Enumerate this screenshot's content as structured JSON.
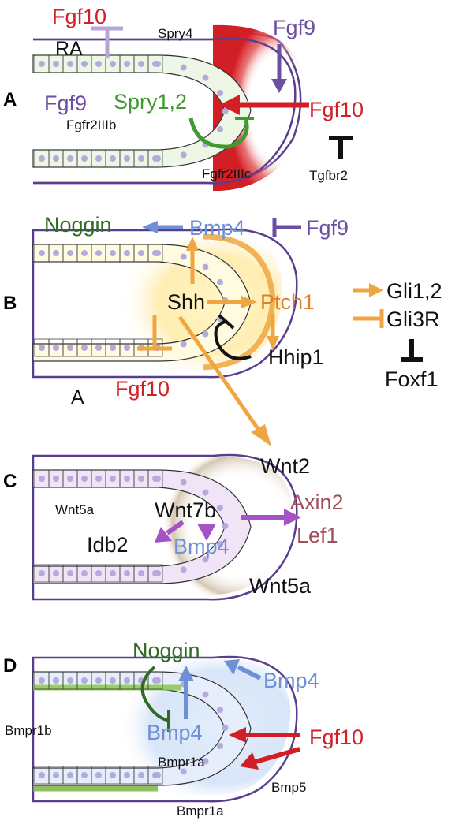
{
  "colors": {
    "fgf10": "#d21f26",
    "fgf9": "#6b4fa3",
    "spry": "#3f9a2f",
    "black": "#111111",
    "bmp4": "#6f8fd6",
    "noggin": "#2f6b22",
    "shh_orange": "#f0a640",
    "ptch_text": "#d9822b",
    "wnt_purple": "#a552c7",
    "axin_lef": "#a0505a",
    "outline": "#5a3e8e",
    "cell_fill": "#ffffff",
    "nucleus": "#b4abdc"
  },
  "panels": [
    {
      "letter": "A",
      "labels": {
        "fgf10_top": "Fgf10",
        "ra": "RA",
        "spry4": "Spry4",
        "fgf9_top": "Fgf9",
        "fgf9_left": "Fgf9",
        "spry12": "Spry1,2",
        "fgf10_right": "Fgf10",
        "fgfr2iiib": "Fgfr2IIIb",
        "fgfr2iiic": "Fgfr2IIIc",
        "tgfbr2": "Tgfbr2"
      }
    },
    {
      "letter": "B",
      "labels": {
        "noggin": "Noggin",
        "bmp4": "Bmp4",
        "fgf9": "Fgf9",
        "shh": "Shh",
        "ptch1": "Ptch1",
        "gli12": "Gli1,2",
        "gli3r": "Gli3R",
        "hhip1": "Hhip1",
        "foxf1": "Foxf1",
        "fgf10": "Fgf10",
        "a_mark": "A"
      }
    },
    {
      "letter": "C",
      "labels": {
        "wnt2": "Wnt2",
        "wnt5a_left": "Wnt5a",
        "wnt7b": "Wnt7b",
        "axin2": "Axin2",
        "lef1": "Lef1",
        "idb2": "Idb2",
        "bmp4": "Bmp4",
        "wnt5a_right": "Wnt5a"
      }
    },
    {
      "letter": "D",
      "labels": {
        "noggin": "Noggin",
        "bmp4_right": "Bmp4",
        "bmpr1b": "Bmpr1b",
        "bmp4_center": "Bmp4",
        "fgf10": "Fgf10",
        "bmpr1a_mid": "Bmpr1a",
        "bmp5": "Bmp5",
        "bmpr1a_bottom": "Bmpr1a"
      }
    }
  ]
}
